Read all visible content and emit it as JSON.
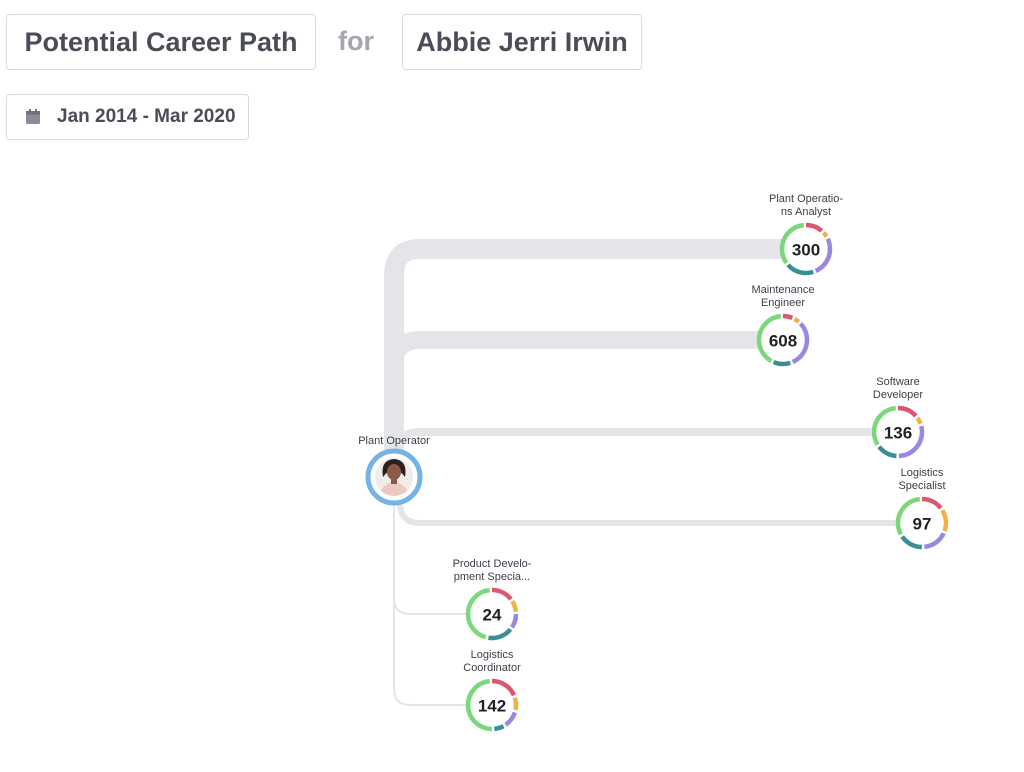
{
  "header": {
    "title": "Potential Career Path",
    "for_text": "for",
    "person_name": "Abbie Jerri Irwin"
  },
  "date_range": {
    "label": "Jan 2014 - Mar 2020",
    "icon": "calendar-icon"
  },
  "current_role": {
    "label": "Plant Operator",
    "avatar": "person-avatar"
  },
  "colors": {
    "path": "#e4e5e8",
    "avatar_ring": "#74b3e3",
    "segment_green": "#7cd67a",
    "segment_red": "#e05470",
    "segment_orange": "#f2b243",
    "segment_purple": "#9b86e0",
    "segment_teal": "#3a8e95"
  },
  "paths": [
    {
      "label_lines": [
        "Plant Operatio-",
        "ns Analyst"
      ],
      "count": "300"
    },
    {
      "label_lines": [
        "Maintenance",
        "Engineer"
      ],
      "count": "608"
    },
    {
      "label_lines": [
        "Software",
        "Developer"
      ],
      "count": "136"
    },
    {
      "label_lines": [
        "Logistics",
        "Specialist"
      ],
      "count": "97"
    },
    {
      "label_lines": [
        "Product Develo-",
        "pment Specia..."
      ],
      "count": "24"
    },
    {
      "label_lines": [
        "Logistics",
        "Coordinator"
      ],
      "count": "142"
    }
  ]
}
